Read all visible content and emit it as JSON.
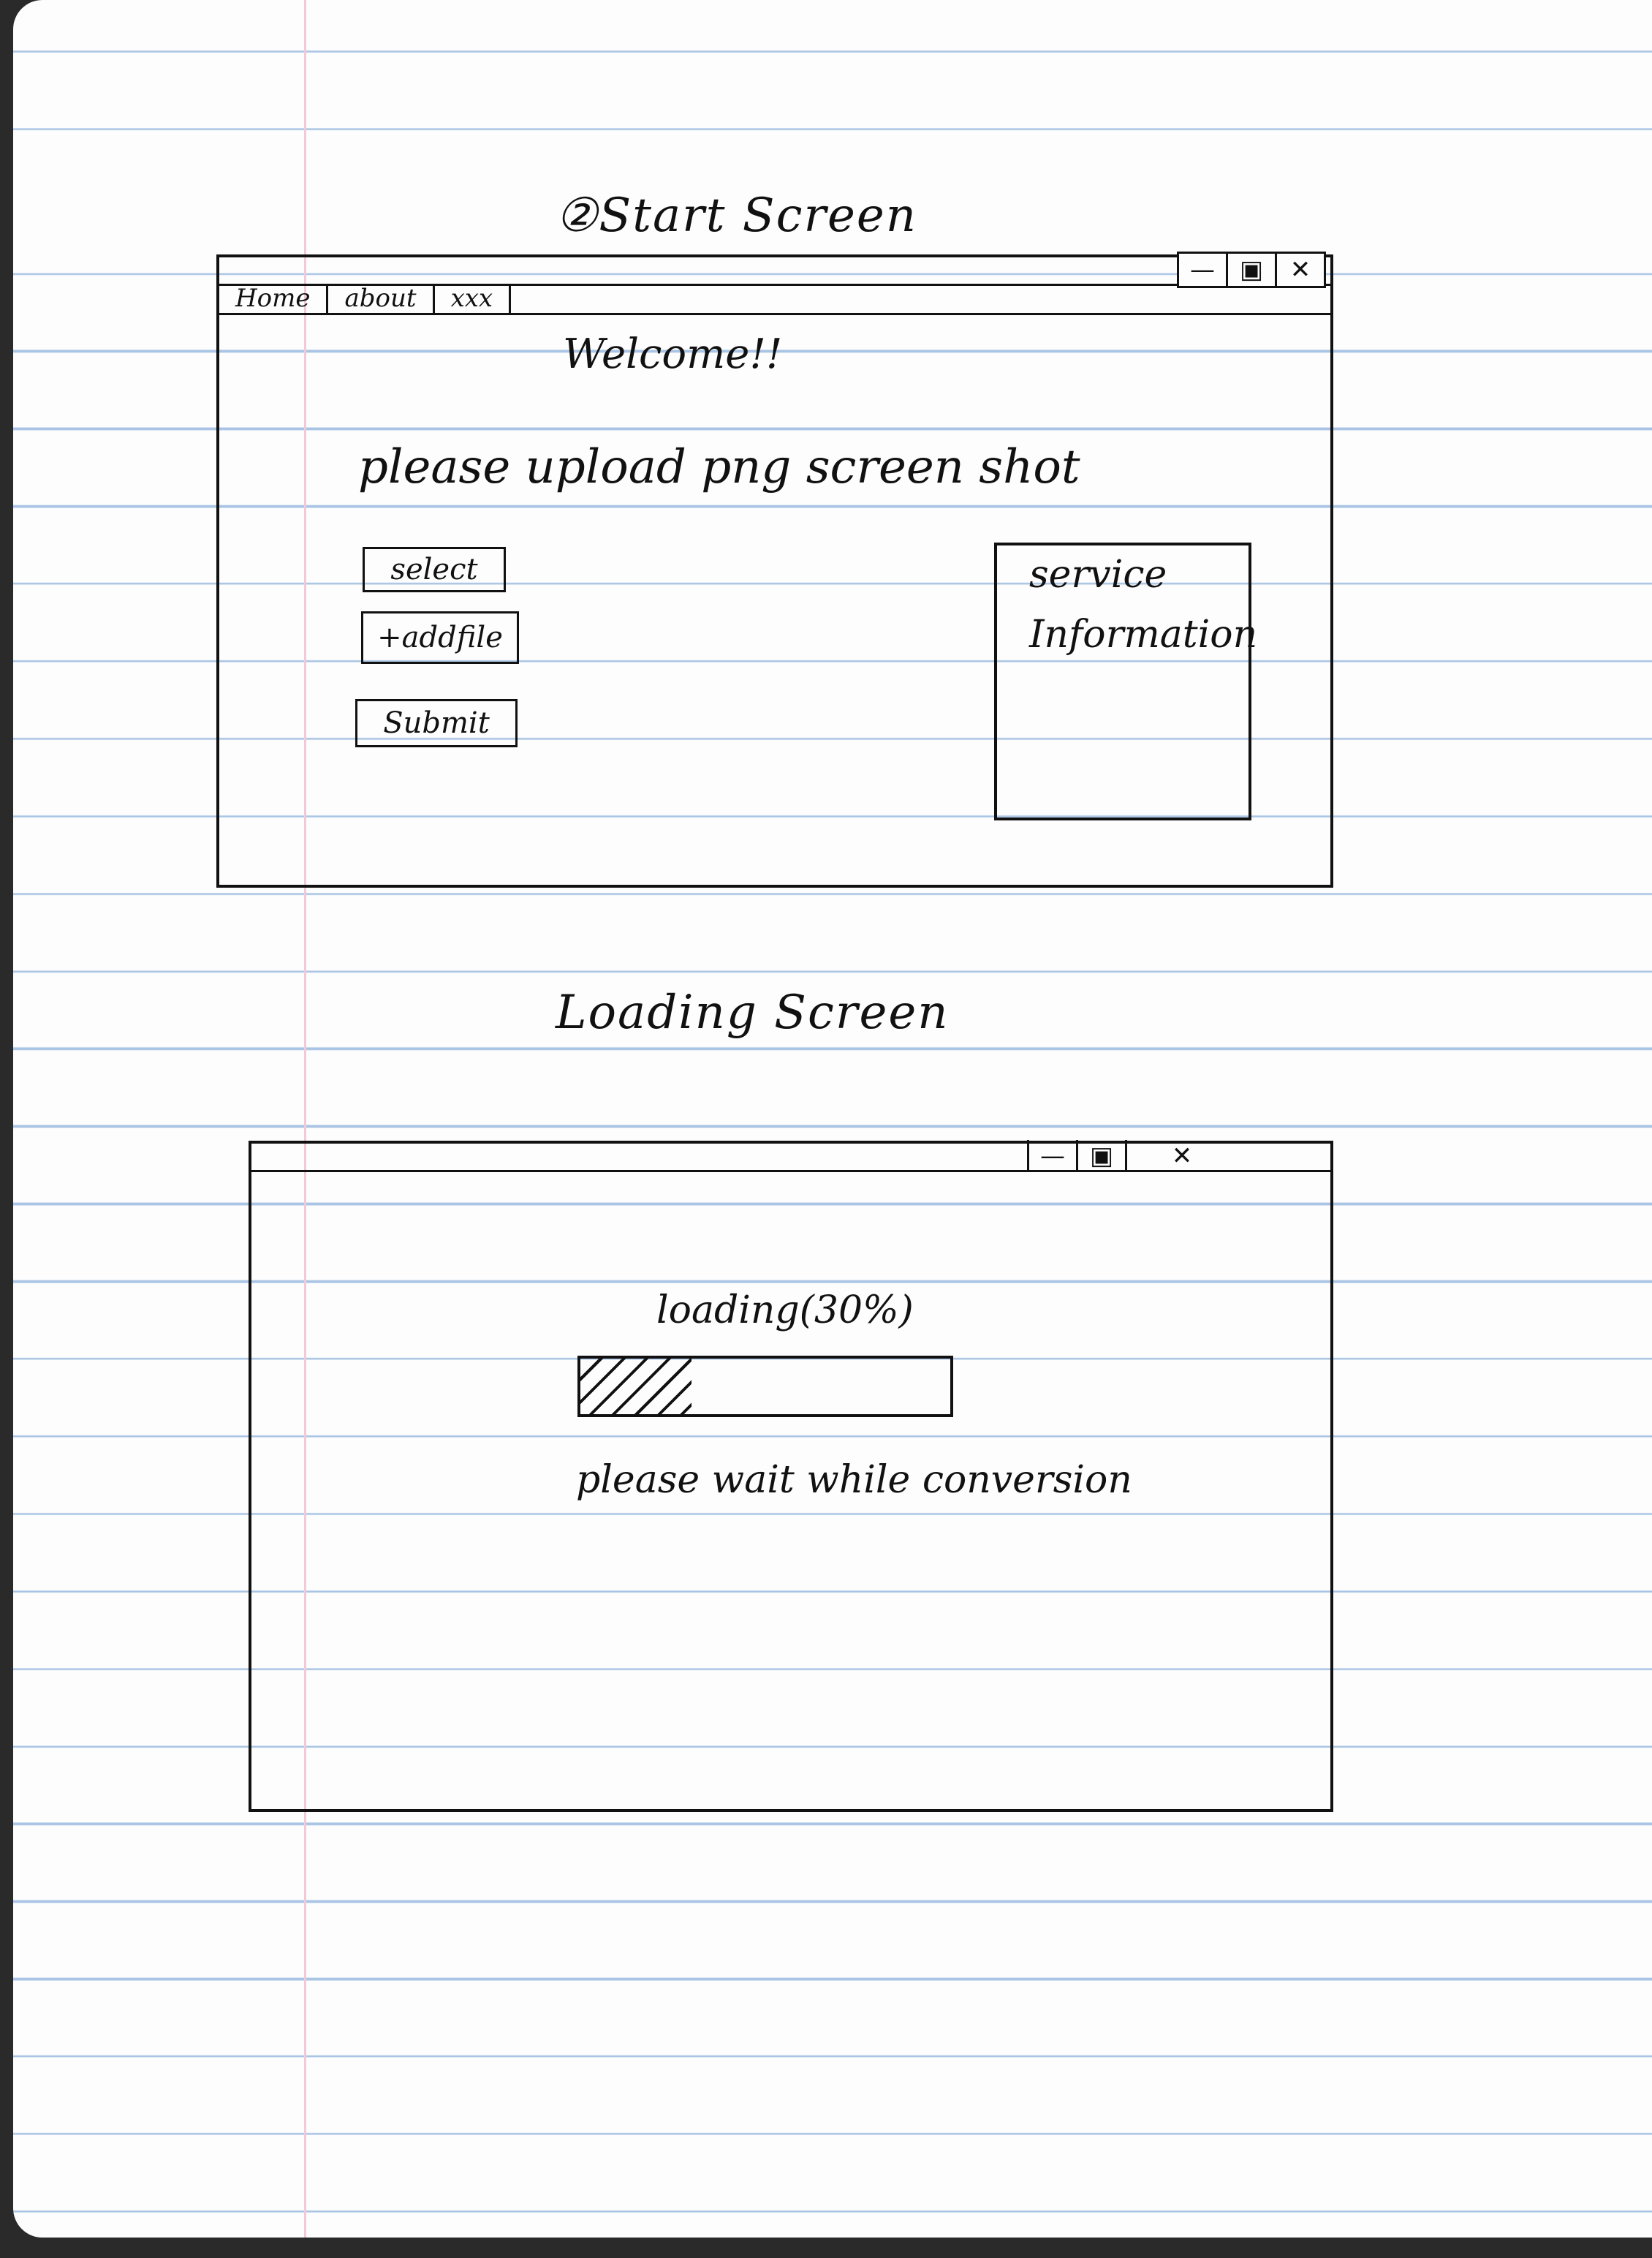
{
  "start_screen": {
    "heading": "②Start Screen",
    "window_controls": {
      "minimize": "—",
      "maximize": "▣",
      "close": "✕"
    },
    "menu": [
      "Home",
      "about",
      "xxx"
    ],
    "welcome": "Welcome!!",
    "instruction": "please upload png screen shot",
    "buttons": {
      "select": "select",
      "add_file": "+addfile",
      "submit": "Submit"
    },
    "panel": {
      "line1": "service",
      "line2": "Information"
    }
  },
  "loading_screen": {
    "heading": "Loading Screen",
    "window_controls": {
      "minimize": "—",
      "maximize": "▣",
      "close": "✕"
    },
    "status": "loading(30%)",
    "progress": 0.3,
    "message": "please wait while conversion"
  }
}
